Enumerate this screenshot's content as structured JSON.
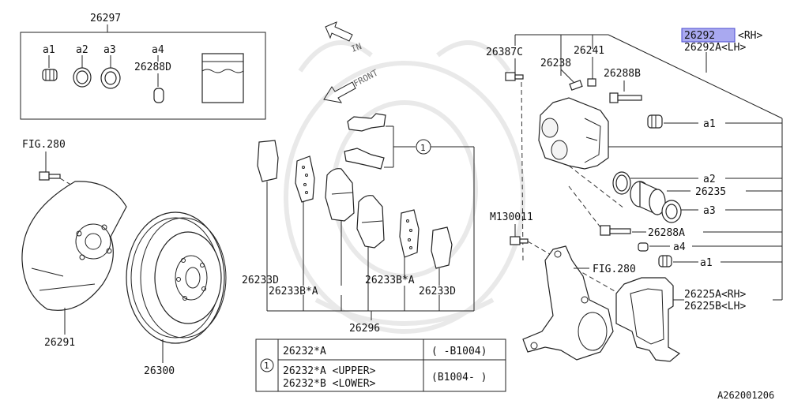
{
  "kit": {
    "number": "26297",
    "items": [
      "a1",
      "a2",
      "a3",
      "a4"
    ],
    "a4_part": "26288D"
  },
  "shield": {
    "fig_ref": "FIG.280",
    "number": "26291"
  },
  "rotor": {
    "number": "26300"
  },
  "arrows": {
    "in": "IN",
    "front": "FRONT"
  },
  "pads": {
    "left_label": "26233D",
    "left_b": "26233B*A",
    "right_b": "26233B*A",
    "right_label": "26233D",
    "set_number": "26296",
    "callout": "1"
  },
  "caliper": {
    "highlight": "26292",
    "rh": "<RH>",
    "lh_number": "26292A<LH>",
    "bleeder": "26387C",
    "cap": "26238",
    "part_26241": "26241",
    "pin_b": "26288B",
    "a1": "a1",
    "a2": "a2",
    "piston": "26235",
    "a3": "a3",
    "pin_a": "26288A",
    "a4": "a4",
    "a1b": "a1",
    "bolt": "M130011",
    "fig_ref": "FIG.280",
    "bracket_rh": "26225A<RH>",
    "bracket_lh": "26225B<LH>"
  },
  "table": {
    "mark": "1",
    "rows": [
      {
        "part": "26232*A",
        "code": "( -B1004)"
      },
      {
        "part_upper": "26232*A <UPPER>",
        "part_lower": "26232*B <LOWER>",
        "code": "(B1004- )"
      }
    ]
  },
  "diagram_id": "A262001206",
  "colors": {
    "highlight_fill": "#a9a9f0",
    "highlight_stroke": "#4a4ad0"
  }
}
